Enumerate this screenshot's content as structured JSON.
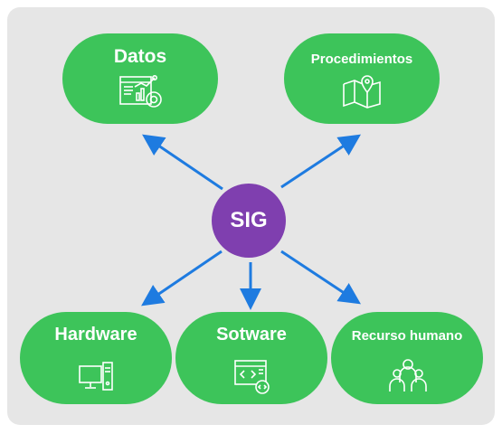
{
  "diagram": {
    "center": {
      "label": "SIG",
      "color": "#7f3faf"
    },
    "nodes": [
      {
        "id": "datos",
        "label": "Datos",
        "icon": "data-dashboard-icon"
      },
      {
        "id": "procedimientos",
        "label": "Procedimientos",
        "icon": "map-pin-icon"
      },
      {
        "id": "hardware",
        "label": "Hardware",
        "icon": "computer-icon"
      },
      {
        "id": "sotware",
        "label": "Sotware",
        "icon": "code-window-icon"
      },
      {
        "id": "recurso",
        "label": "Recurso humano",
        "icon": "people-group-icon"
      }
    ],
    "colors": {
      "node": "#3dc45a",
      "arrow": "#1e7be0",
      "background": "#e6e6e6"
    }
  }
}
